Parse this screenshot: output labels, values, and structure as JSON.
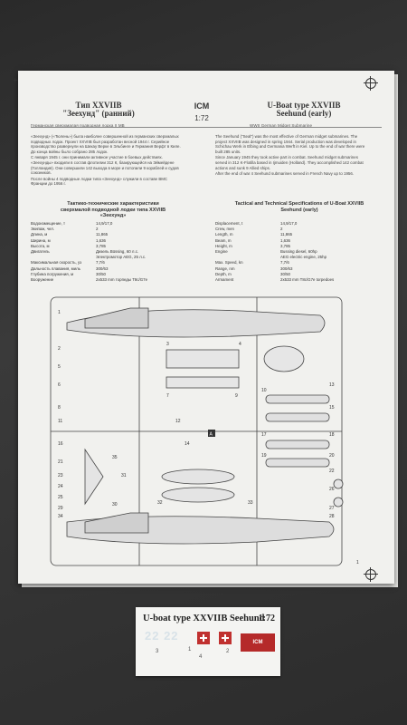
{
  "instruction_sheet": {
    "title_ru": "Тип XXVIIB",
    "subtitle_ru": "\"Зеехунд\" (ранний)",
    "title_en": "U-Boat type XXVIIB",
    "subtitle_en": "Seehund (early)",
    "brand": "ICM",
    "scale": "1:72",
    "tagline_ru": "Германская сверхмалая подводная лодка II МВ",
    "tagline_en": "WWII German Midget Submarine",
    "history_ru": [
      "«Зеехунд» («Тюлень») была наиболее совершенной из германских сверхмалых подводных лодок. Проект XXVIIB был разработан весной 1944 г. Серийное производство развернули на Шихау Верке в Эльбинге и Германия Верфт в Киле. До конца войны было собрано 285 лодок.",
      "С января 1945 г. они принимали активное участие в боевых действиях. «Зеехунды» входили в состав флотилии 312 К, базирующейся на Эймейдене (Голландия). Они совершили 142 выхода в море и потопили 9 кораблей и судов союзников.",
      "После войны 4 подводные лодки типа «Зеехунд» служили в составе ВМС Франции до 1956 г."
    ],
    "history_en": [
      "The Seehund (\"Seal\") was the most effective of German midget submarines. The project XXVIIB was designed in spring 1944. Serial production was developed in Schichau Werk in Elbing and Germania Werft in Kiel. Up to the end of war there were built 285 units.",
      "Since January 1945 they took active part in combat. Seehund midget submarines served in 312 K-Flotilla based in Ijmuiden (Holland). They accomplished 142 combat actions and sunk 9 Allied ships.",
      "After the end of war 4 Seehund submarines served in French Navy up to 1956."
    ],
    "specs_title_ru": "Тактико-технические характеристики сверхмалой подводной лодки типа XXVIIB «Зеехунд»",
    "specs_title_en": "Tactical and Technical Specifications of U-Boat XXVIIB Seehund (early)",
    "specs_ru": [
      {
        "k": "Водоизмещение, т",
        "v": "14,9/17,0"
      },
      {
        "k": "Экипаж, чел.",
        "v": "2"
      },
      {
        "k": "Длина, м",
        "v": "11,865"
      },
      {
        "k": "Ширина, м",
        "v": "1,636"
      },
      {
        "k": "Высота, м",
        "v": "3,785"
      },
      {
        "k": "Двигатель",
        "v": "Дизель Büssing, 60 л.с."
      },
      {
        "k": "",
        "v": "Электромотор AEG, 25 л.с."
      },
      {
        "k": "Максимальная скорость, уз",
        "v": "7,7/6"
      },
      {
        "k": "Дальность плавания, миль",
        "v": "300/63"
      },
      {
        "k": "Глубина погружения, м",
        "v": "30/50"
      },
      {
        "k": "Вооружение",
        "v": "2x533 mm торпеды T8c/G7e"
      }
    ],
    "specs_en": [
      {
        "k": "Displacement, t",
        "v": "14,9/17,0"
      },
      {
        "k": "Crew, men",
        "v": "2"
      },
      {
        "k": "Length, m",
        "v": "11,865"
      },
      {
        "k": "Beam, m",
        "v": "1,636"
      },
      {
        "k": "Height, m",
        "v": "3,785"
      },
      {
        "k": "Engine",
        "v": "Bussing diesel, 60hp"
      },
      {
        "k": "",
        "v": "AEG electric engine, 25hp"
      },
      {
        "k": "Max. Speed, kn",
        "v": "7,7/6"
      },
      {
        "k": "Range, nm",
        "v": "300/63"
      },
      {
        "k": "Depth, m",
        "v": "30/50"
      },
      {
        "k": "Armament",
        "v": "2x533 mm T8c/G7e torpedoes"
      }
    ],
    "sprue_letter": "A",
    "part_numbers": [
      "1",
      "2",
      "3",
      "4",
      "5",
      "6",
      "7",
      "8",
      "9",
      "10",
      "11",
      "12",
      "13",
      "14",
      "15",
      "16",
      "17",
      "18",
      "19",
      "20",
      "21",
      "22",
      "23",
      "24",
      "25",
      "26",
      "27",
      "28",
      "29",
      "30",
      "31",
      "32",
      "33",
      "34",
      "35"
    ],
    "page_number": "1"
  },
  "decal_sheet": {
    "title": "U-boat type XXVIIB Seehund",
    "scale": "1:72",
    "brand": "ICM",
    "numbers": [
      "1",
      "2",
      "3",
      "4"
    ],
    "ghost_text": "22 22"
  },
  "colors": {
    "paper": "#f1f1ee",
    "ink": "#333333",
    "decal_red": "#c0302f",
    "background": "#2f2f2f"
  }
}
